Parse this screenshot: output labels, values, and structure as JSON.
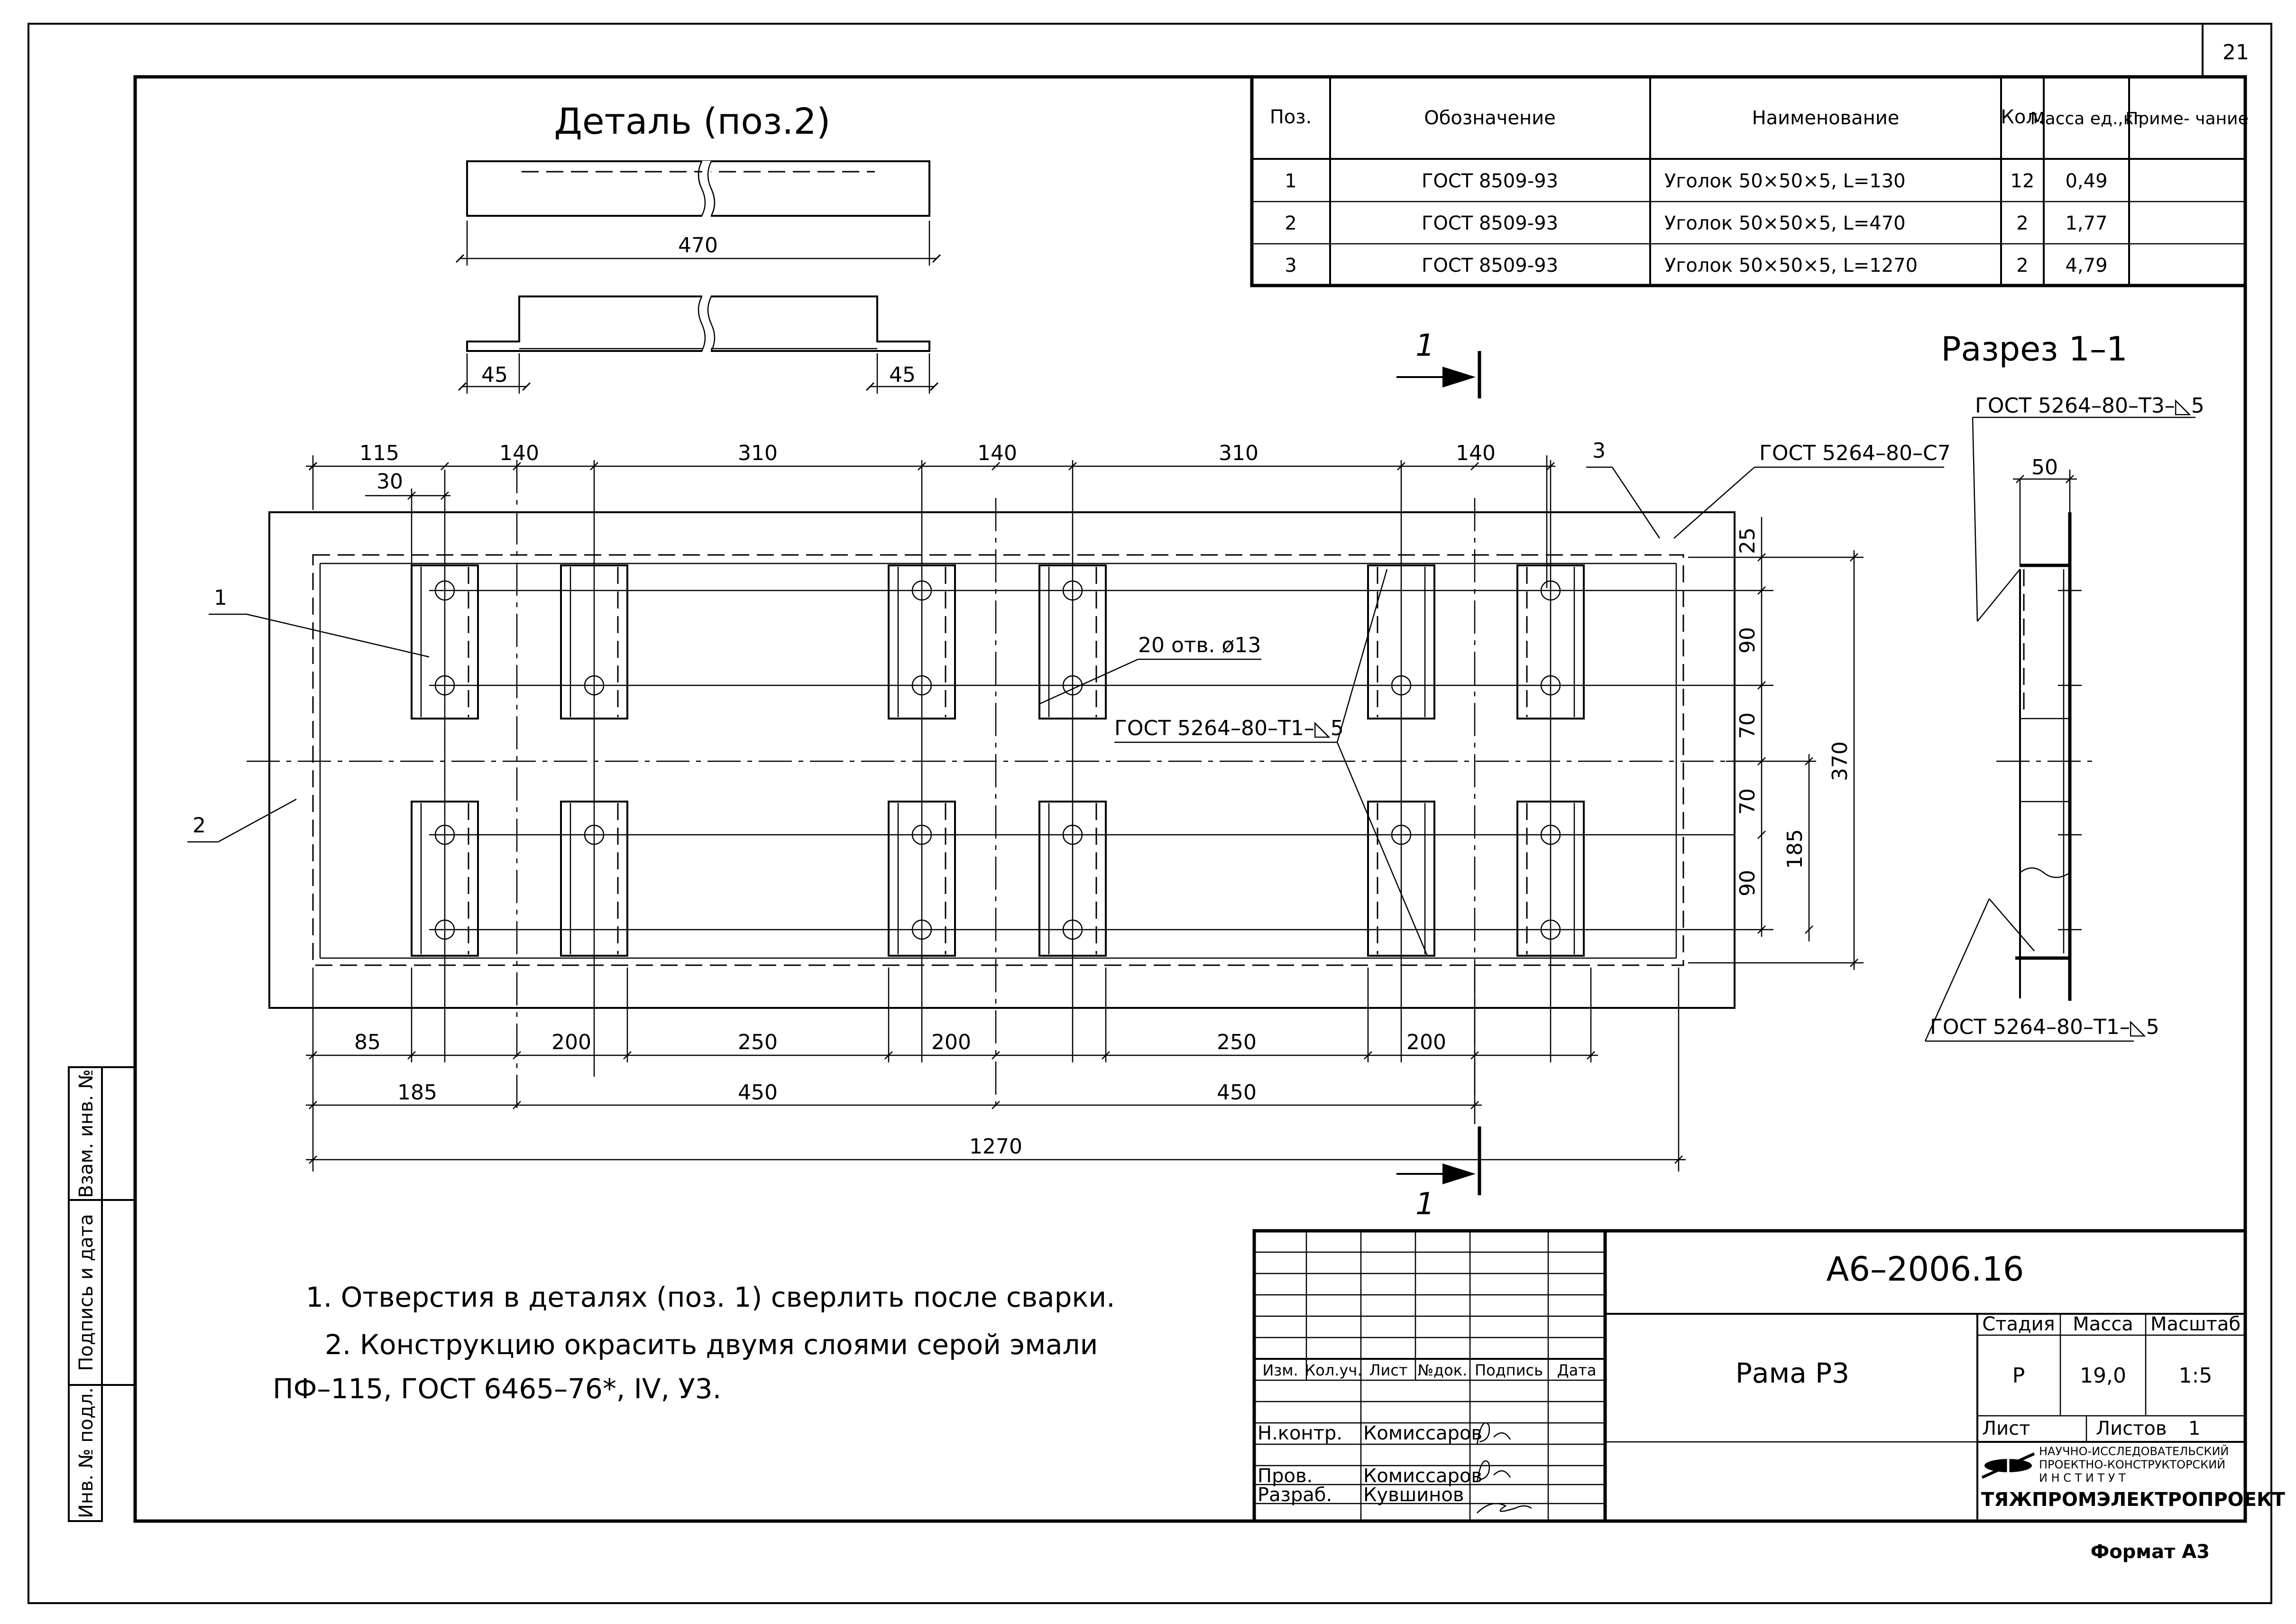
{
  "page_number": "21",
  "detail": {
    "title": "Деталь (поз.2)",
    "dim_length": "470",
    "dim_left": "45",
    "dim_right": "45"
  },
  "spec_table": {
    "headers": [
      "Поз.",
      "Обозначение",
      "Наименование",
      "Кол.",
      "Масса ед.,кг",
      "Приме- чание"
    ],
    "rows": [
      [
        "1",
        "ГОСТ 8509-93",
        "Уголок 50×50×5, L=130",
        "12",
        "0,49",
        ""
      ],
      [
        "2",
        "ГОСТ 8509-93",
        "Уголок 50×50×5, L=470",
        "2",
        "1,77",
        ""
      ],
      [
        "3",
        "ГОСТ 8509-93",
        "Уголок 50×50×5, L=1270",
        "2",
        "4,79",
        ""
      ]
    ]
  },
  "section": {
    "title": "Разрез 1–1",
    "weld_top": "ГОСТ 5264–80–Т3–◺5",
    "dim": "50",
    "weld_bottom": "ГОСТ 5264–80–Т1–◺5"
  },
  "plan": {
    "top_dims": [
      "115",
      "140",
      "310",
      "140",
      "310",
      "140"
    ],
    "dim_30": "30",
    "bottom_dims_1": [
      "85",
      "200",
      "250",
      "200",
      "250",
      "200"
    ],
    "bottom_dims_2": [
      "185",
      "450",
      "450"
    ],
    "overall": "1270",
    "right_dims": [
      "25",
      "90",
      "70",
      "70",
      "90"
    ],
    "right_185": "185",
    "right_370": "370",
    "pos_labels": [
      "1",
      "2",
      "3"
    ],
    "holes_note": "20 отв. ø13",
    "weld_note": "ГОСТ 5264–80–Т1–◺5",
    "weld_c7": "ГОСТ 5264–80–С7",
    "section_mark": "1"
  },
  "notes": [
    "1. Отверстия в деталях (поз. 1) сверлить после сварки.",
    "2. Конструкцию окрасить двумя слоями серой эмали",
    "ПФ–115, ГОСТ 6465–76*, IV, У3."
  ],
  "side_stamp": [
    "Взам. инв. №",
    "Подпись и дата",
    "Инв. № подл."
  ],
  "title_block": {
    "doc_code": "А6–2006.16",
    "name": "Рама Р3",
    "col_headers": [
      "Изм.",
      "Кол.уч.",
      "Лист",
      "№док.",
      "Подпись",
      "Дата"
    ],
    "stage_label": "Стадия",
    "mass_label": "Масса",
    "scale_label": "Масштаб",
    "stage": "Р",
    "mass": "19,0",
    "scale": "1:5",
    "sheet_label": "Лист",
    "sheets_label": "Листов",
    "sheets": "1",
    "roles": [
      {
        "role": "Н.контр.",
        "name": "Комиссаров"
      },
      {
        "role": "Пров.",
        "name": "Комиссаров"
      },
      {
        "role": "Разраб.",
        "name": "Кувшинов"
      }
    ],
    "org_lines": [
      "НАУЧНО-ИССЛЕДОВАТЕЛЬСКИЙ",
      "ПРОЕКТНО-КОНСТРУКТОРСКИЙ",
      "И Н С Т И Т У Т"
    ],
    "org_name": "ТЯЖПРОМЭЛЕКТРОПРОЕКТ"
  },
  "format": "Формат А3"
}
